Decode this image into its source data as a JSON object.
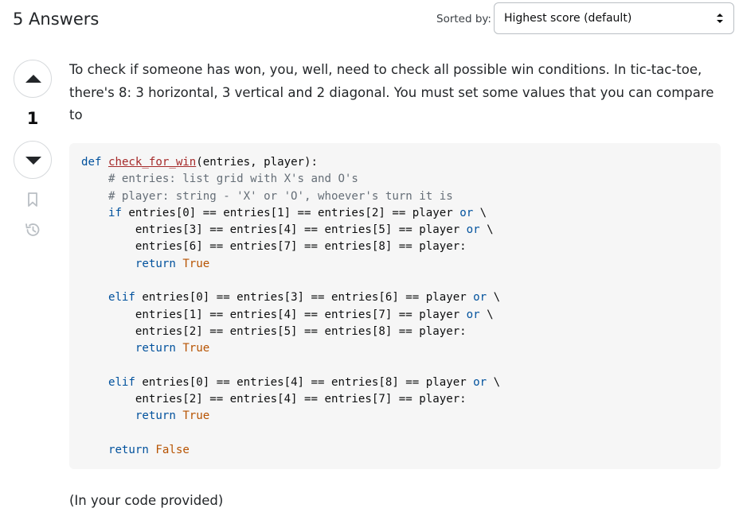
{
  "header": {
    "answers_count": "5 Answers",
    "sort_label": "Sorted by:",
    "sort_selected": "Highest score (default)"
  },
  "answer": {
    "vote_count": "1",
    "body_text": "To check if someone has won, you, well, need to check all possible win conditions. In tic-tac-toe, there's 8: 3 horizontal, 3 vertical and 2 diagonal. You must set some values that you can compare to",
    "code": {
      "def_kw": "def",
      "func_name": "check_for_win",
      "signature": "(entries, player):",
      "comment1": "# entries: list grid with X's and O's",
      "comment2": "# player: string - 'X' or 'O', whoever's turn it is",
      "if_kw": "if",
      "elif_kw": "elif",
      "or_kw": "or",
      "return_kw": "return",
      "true_val": "True",
      "false_val": "False",
      "line_if_1": " entries[0] == entries[1] == entries[2] == player ",
      "line_if_2": "entries[3] == entries[4] == entries[5] == player ",
      "line_if_3": "entries[6] == entries[7] == entries[8] == player:",
      "line_e1_1": " entries[0] == entries[3] == entries[6] == player ",
      "line_e1_2": "entries[1] == entries[4] == entries[7] == player ",
      "line_e1_3": "entries[2] == entries[5] == entries[8] == player:",
      "line_e2_1": " entries[0] == entries[4] == entries[8] == player ",
      "line_e2_2": "entries[2] == entries[4] == entries[7] == player:",
      "backslash": " \\"
    },
    "footer_text": "(In your code provided)"
  },
  "icons": {
    "upvote": "arrow-up-icon",
    "downvote": "arrow-down-icon",
    "bookmark": "bookmark-icon",
    "history": "history-icon",
    "sort": "sort-arrows-icon"
  },
  "colors": {
    "keyword": "#00519d",
    "comment": "#656e77",
    "literal": "#b75301",
    "code_bg": "#f6f6f6",
    "border": "#babfc4"
  }
}
